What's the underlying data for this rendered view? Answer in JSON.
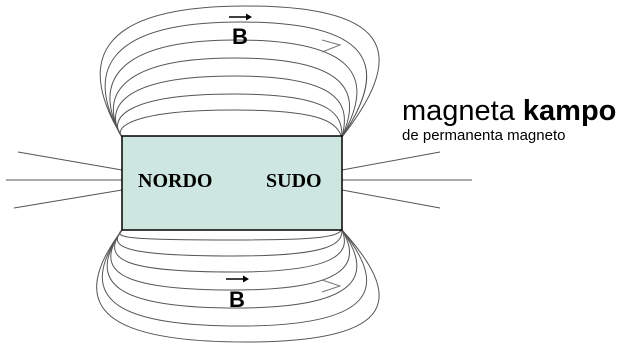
{
  "labels": {
    "north_pole": "NORDO",
    "south_pole": "SUDO",
    "field_top": "B",
    "field_bottom": "B"
  },
  "title": {
    "normal": "magneta ",
    "bold": "kampo",
    "subtitle": "de permanenta magneto"
  },
  "colors": {
    "magnet_fill": "#cde6e0",
    "magnet_stroke": "#000000",
    "field_lines": "#555555"
  }
}
